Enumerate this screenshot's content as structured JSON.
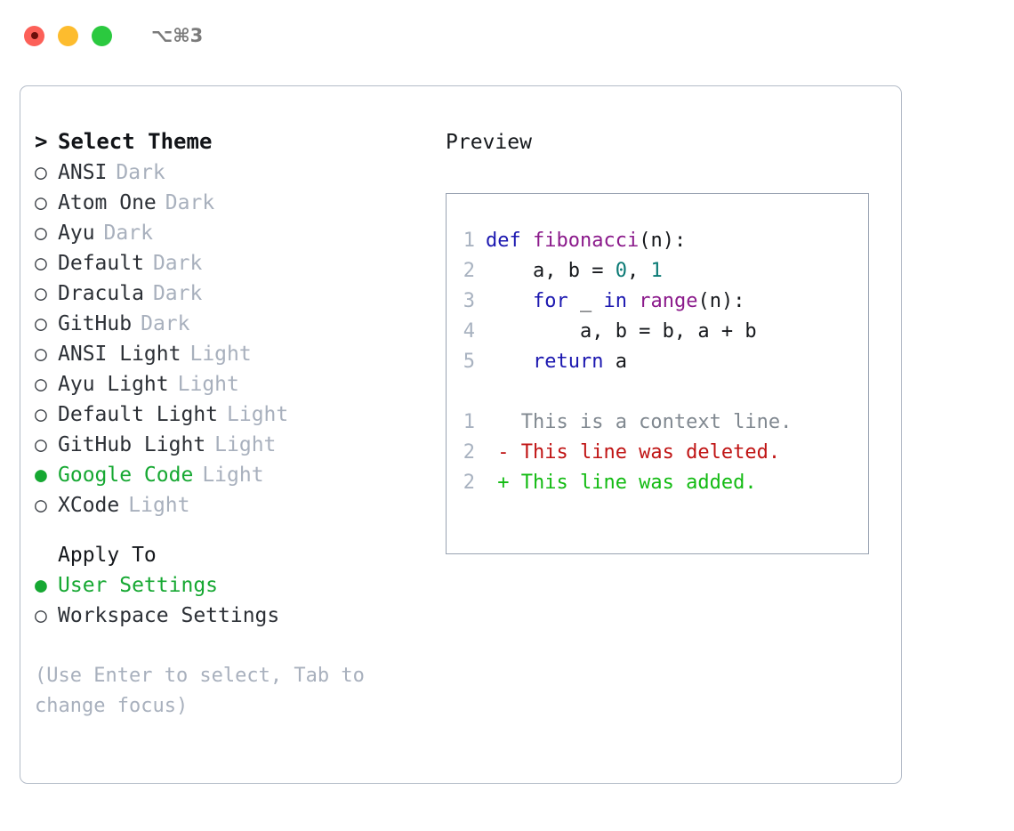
{
  "titlebar": {
    "shortcut": "⌥⌘3",
    "lights": [
      "close-red",
      "minimize-yellow",
      "maximize-green"
    ]
  },
  "theme_selector": {
    "prompt": ">",
    "header": "Select Theme",
    "items": [
      {
        "name": "ANSI",
        "tag": "Dark",
        "selected": false
      },
      {
        "name": "Atom One",
        "tag": "Dark",
        "selected": false
      },
      {
        "name": "Ayu",
        "tag": "Dark",
        "selected": false
      },
      {
        "name": "Default",
        "tag": "Dark",
        "selected": false
      },
      {
        "name": "Dracula",
        "tag": "Dark",
        "selected": false
      },
      {
        "name": "GitHub",
        "tag": "Dark",
        "selected": false
      },
      {
        "name": "ANSI Light",
        "tag": "Light",
        "selected": false
      },
      {
        "name": "Ayu Light",
        "tag": "Light",
        "selected": false
      },
      {
        "name": "Default Light",
        "tag": "Light",
        "selected": false
      },
      {
        "name": "GitHub Light",
        "tag": "Light",
        "selected": false
      },
      {
        "name": "Google Code",
        "tag": "Light",
        "selected": true
      },
      {
        "name": "XCode",
        "tag": "Light",
        "selected": false
      }
    ]
  },
  "apply_to": {
    "header": "Apply To",
    "items": [
      {
        "name": "User Settings",
        "selected": true
      },
      {
        "name": "Workspace Settings",
        "selected": false
      }
    ]
  },
  "hint": "(Use Enter to select, Tab to change focus)",
  "preview": {
    "title": "Preview",
    "code_lines": [
      {
        "no": "1",
        "tokens": [
          {
            "t": "def ",
            "c": "kw"
          },
          {
            "t": "fibonacci",
            "c": "fn"
          },
          {
            "t": "(n):",
            "c": "pl"
          }
        ]
      },
      {
        "no": "2",
        "tokens": [
          {
            "t": "    a, b = ",
            "c": "pl"
          },
          {
            "t": "0",
            "c": "num"
          },
          {
            "t": ", ",
            "c": "pl"
          },
          {
            "t": "1",
            "c": "num"
          }
        ]
      },
      {
        "no": "3",
        "tokens": [
          {
            "t": "    ",
            "c": "pl"
          },
          {
            "t": "for",
            "c": "kw"
          },
          {
            "t": " _ ",
            "c": "pl"
          },
          {
            "t": "in",
            "c": "kw"
          },
          {
            "t": " ",
            "c": "pl"
          },
          {
            "t": "range",
            "c": "fn"
          },
          {
            "t": "(n):",
            "c": "pl"
          }
        ]
      },
      {
        "no": "4",
        "tokens": [
          {
            "t": "        a, b = b, a + b",
            "c": "pl"
          }
        ]
      },
      {
        "no": "5",
        "tokens": [
          {
            "t": "    ",
            "c": "pl"
          },
          {
            "t": "return",
            "c": "kw"
          },
          {
            "t": " a",
            "c": "pl"
          }
        ]
      }
    ],
    "diff_lines": [
      {
        "no": "1",
        "marker": " ",
        "text": "This is a context line.",
        "kind": "ctx"
      },
      {
        "no": "2",
        "marker": "-",
        "text": "This line was deleted.",
        "kind": "del"
      },
      {
        "no": "2",
        "marker": "+",
        "text": "This line was added.",
        "kind": "add"
      }
    ]
  },
  "colors": {
    "accent_green": "#16a832",
    "muted": "#a8b0bd",
    "border": "#b4bcc8",
    "code_border": "#99a3b2",
    "keyword": "#1c18b0",
    "function": "#8b1a8b",
    "number": "#0b7a75",
    "diff_add": "#12bb12",
    "diff_del": "#c01414",
    "diff_ctx": "#808890"
  }
}
